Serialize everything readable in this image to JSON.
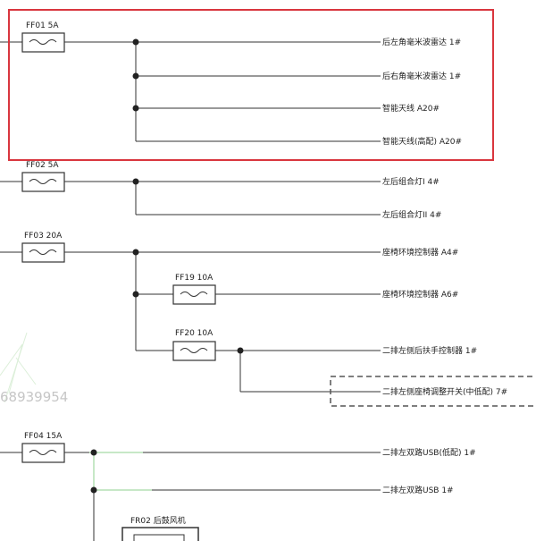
{
  "fuses": {
    "ff01": "FF01 5A",
    "ff02": "FF02 5A",
    "ff03": "FF03 20A",
    "ff19": "FF19 10A",
    "ff20": "FF20 10A",
    "ff04": "FF04 15A",
    "fr02": "FR02 后鼓风机"
  },
  "branches": {
    "rear_left_radar": "后左角毫米波雷达 1#",
    "rear_right_radar": "后右角毫米波雷达 1#",
    "smart_antenna": "智能天线 A20#",
    "smart_antenna_high": "智能天线(高配) A20#",
    "left_rear_lamp_1": "左后组合灯I 4#",
    "left_rear_lamp_2": "左后组合灯II 4#",
    "seat_climate_a4": "座椅环境控制器 A4#",
    "seat_climate_a6": "座椅环境控制器 A6#",
    "row2_armrest": "二排左侧后扶手控制器 1#",
    "row2_seat_switch": "二排左侧座椅调整开关(中低配) 7#",
    "row2_usb_dual": "二排左双路USB(低配) 1#",
    "row2_usb": "二排左双路USB 1#"
  },
  "watermark": "68939954",
  "colors": {
    "highlight": "#d9363e",
    "wire": "#333333",
    "dashed": "#555555",
    "wire_green": "#8fd18f"
  }
}
